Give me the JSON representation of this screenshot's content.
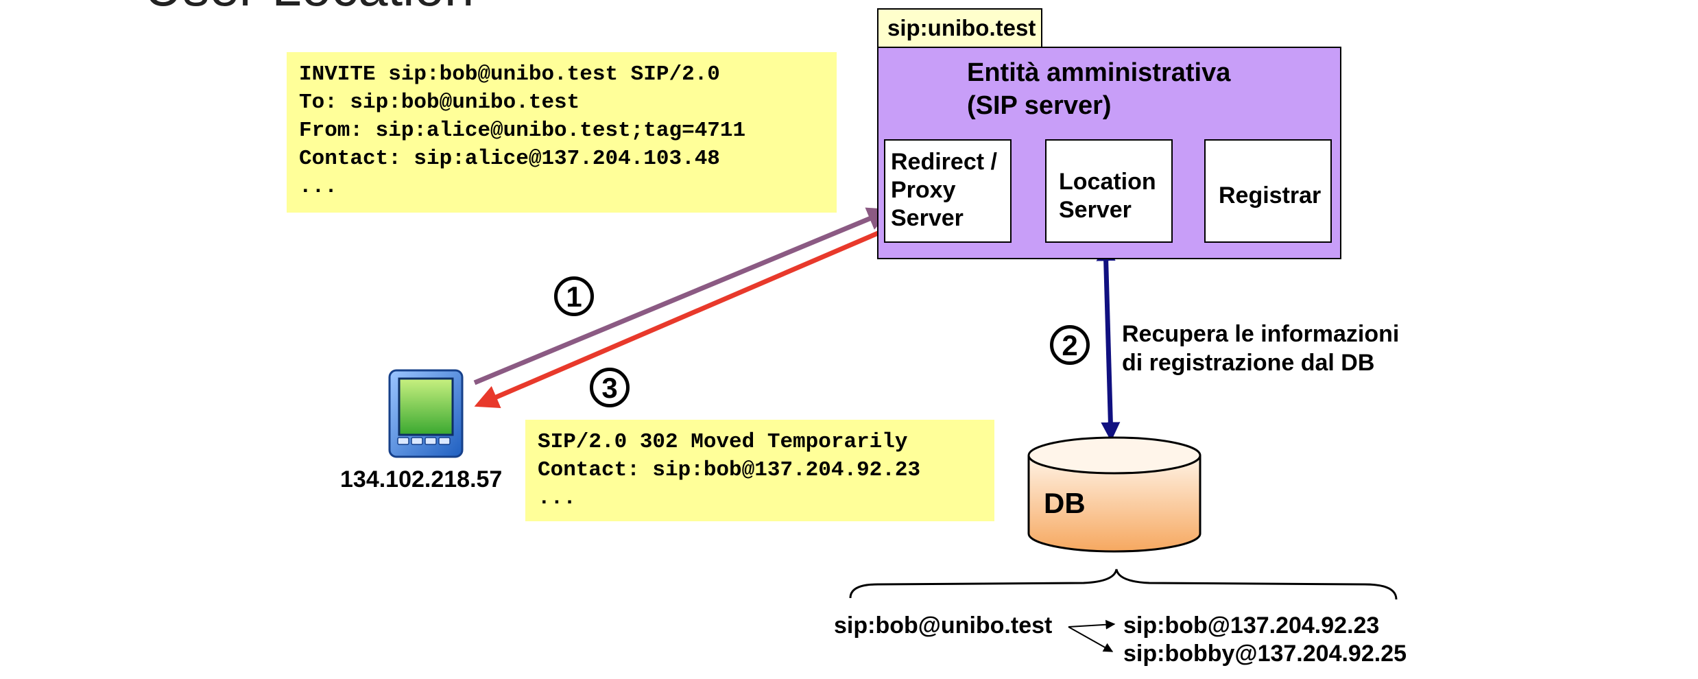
{
  "slide": {
    "title": "User Location"
  },
  "invite_message": {
    "lines": [
      "INVITE sip:bob@unibo.test SIP/2.0",
      "To: sip:bob@unibo.test",
      "From: sip:alice@unibo.test;tag=4711",
      "Contact: sip:alice@137.204.103.48",
      "..."
    ]
  },
  "response_message": {
    "lines": [
      "SIP/2.0 302 Moved Temporarily",
      "Contact: sip:bob@137.204.92.23",
      "..."
    ]
  },
  "domain": {
    "tab_label": "sip:unibo.test",
    "title_line1": "Entità amministrativa",
    "title_line2": "(SIP server)"
  },
  "components": {
    "proxy": {
      "line1": "Redirect /",
      "line2": "Proxy",
      "line3": "Server"
    },
    "location": {
      "line1": "Location",
      "line2": "Server"
    },
    "registrar": {
      "label": "Registrar"
    }
  },
  "client": {
    "ip": "134.102.218.57",
    "icon": "pda-device-icon"
  },
  "steps": {
    "s1": "1",
    "s2": "2",
    "s3": "3"
  },
  "db_query": {
    "line1": "Recupera le informazioni",
    "line2": "di registrazione dal DB"
  },
  "database": {
    "label": "DB"
  },
  "bindings": {
    "aor": "sip:bob@unibo.test",
    "contacts": [
      "sip:bob@137.204.92.23",
      "sip:bobby@137.204.92.25"
    ]
  },
  "colors": {
    "message_box": "#ffff99",
    "domain_tab": "#ffffcc",
    "admin_box": "#c89ef8",
    "arrow_request": "#8b5a83",
    "arrow_response": "#e8392b",
    "arrow_internal": "#101080",
    "db_gradient_top": "#fff0e0",
    "db_gradient_bottom": "#f6a860"
  }
}
